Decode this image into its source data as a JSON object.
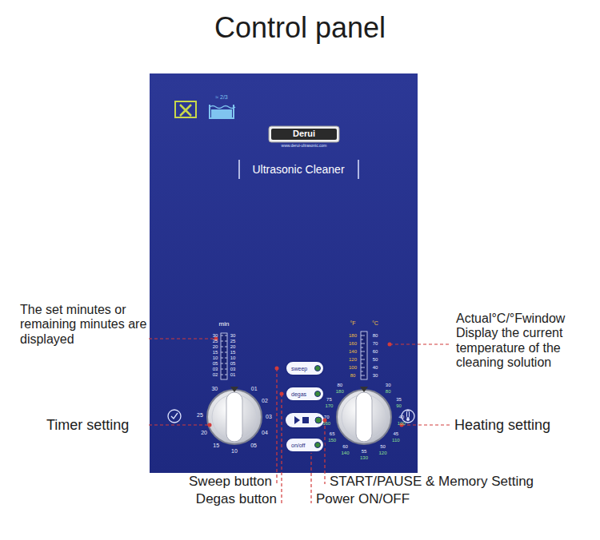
{
  "diagram": {
    "title": "Control panel",
    "nodes": [
      {
        "text": [
          "sweep"
        ]
      },
      {
        "text": [
          "degas"
        ]
      },
      {
        "text": [
          "on/off"
        ]
      }
    ],
    "labels": [
      "≈ 2/3",
      "Derui",
      "www.derui-ultrasonic.com",
      "Ultrasonic Cleaner",
      "min",
      "30",
      "25",
      "20",
      "15",
      "10",
      "05",
      "03",
      "02",
      "30",
      "25",
      "20",
      "15",
      "10",
      "05",
      "03",
      "01",
      "30",
      "01",
      "02",
      "03",
      "04",
      "05",
      "10",
      "15",
      "20",
      "25",
      "°F",
      "°C",
      "180",
      "160",
      "140",
      "120",
      "100",
      "80",
      "80",
      "70",
      "60",
      "50",
      "40",
      "30",
      "80",
      "180",
      "75",
      "170",
      "70",
      "160",
      "65",
      "150",
      "60",
      "140",
      "55",
      "130",
      "50",
      "120",
      "45",
      "110",
      "40",
      "100",
      "35",
      "90",
      "30",
      "80",
      "The set minutes or remaining minutes are displayed",
      "Timer setting",
      "Sweep button",
      "Degas button",
      "START/PAUSE & Memory Setting",
      "Power ON/OFF",
      "Actual°C/°Fwindow Display the current temperature of the cleaning solution",
      "Heating setting"
    ]
  }
}
